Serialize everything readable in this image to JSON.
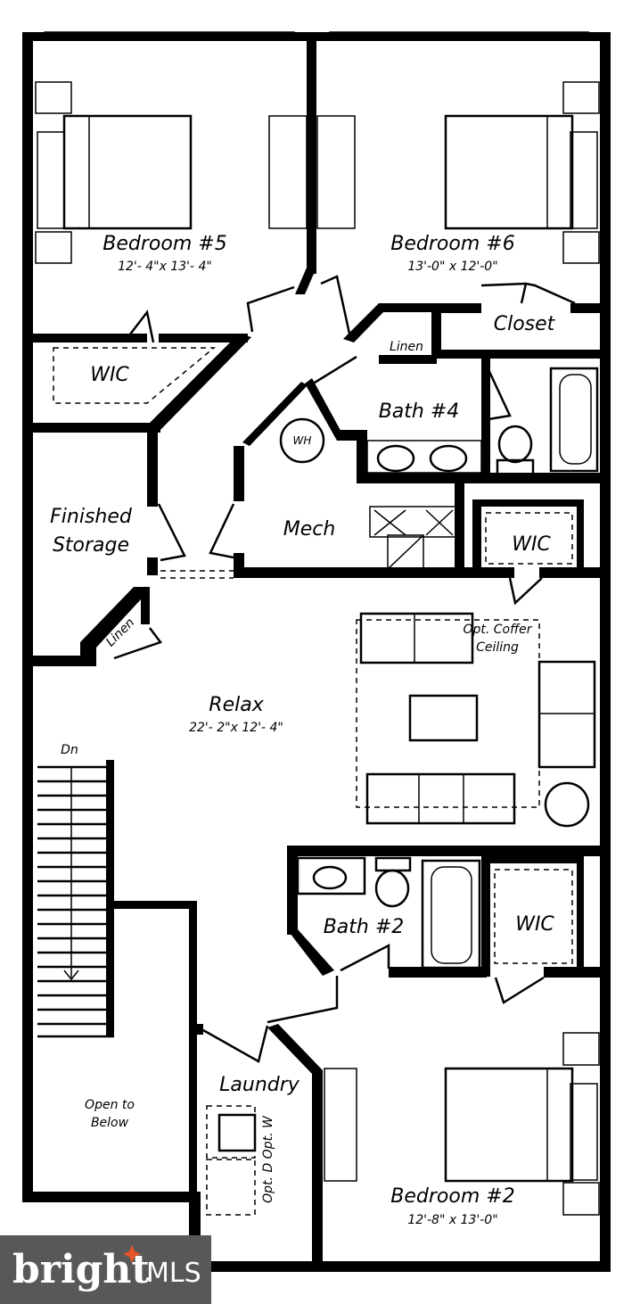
{
  "rooms": {
    "bedroom5": {
      "name": "Bedroom #5",
      "dims": "12'- 4\"x 13'- 4\""
    },
    "bedroom6": {
      "name": "Bedroom #6",
      "dims": "13'-0\" x 12'-0\""
    },
    "closet": "Closet",
    "linen_top": "Linen",
    "wic_top_left": "WIC",
    "bath4": "Bath #4",
    "wh": "WH",
    "finished_storage_1": "Finished",
    "finished_storage_2": "Storage",
    "mech": "Mech",
    "wic_mid_right": "WIC",
    "linen_left": "Linen",
    "coffer_1": "Opt. Coffer",
    "coffer_2": "Ceiling",
    "relax": {
      "name": "Relax",
      "dims": "22'- 2\"x 12'- 4\""
    },
    "dn": "Dn",
    "bath2": "Bath #2",
    "wic_bottom": "WIC",
    "laundry": "Laundry",
    "open_below_1": "Open to",
    "open_below_2": "Below",
    "washer_dryer": "Opt. D Opt. W",
    "bedroom2": {
      "name": "Bedroom #2",
      "dims": "12'-8\" x 13'-0\""
    }
  },
  "watermark": {
    "brand": "bright",
    "suffix": "MLS",
    "accent": "#e8542a"
  }
}
